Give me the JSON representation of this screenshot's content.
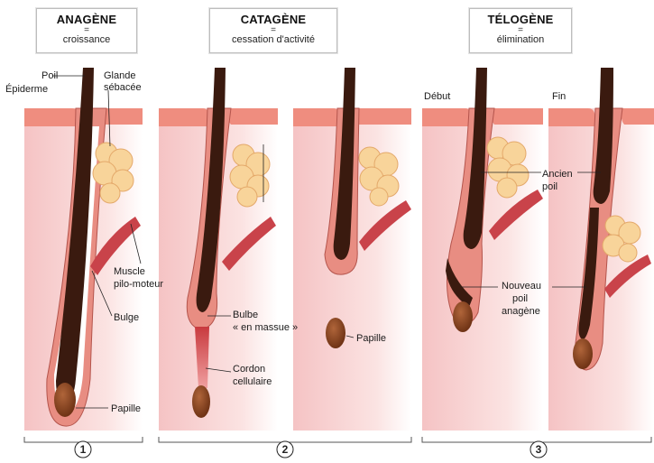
{
  "phases": [
    {
      "name": "ANAGÈNE",
      "eq": "=",
      "desc": "croissance"
    },
    {
      "name": "CATAGÈNE",
      "eq": "=",
      "desc": "cessation d'activité"
    },
    {
      "name": "TÉLOGÈNE",
      "eq": "=",
      "desc": "élimination"
    }
  ],
  "labels": {
    "poil": "Poil",
    "epiderme": "Épiderme",
    "glande_line1": "Glande",
    "glande_line2": "sébacée",
    "muscle_line1": "Muscle",
    "muscle_line2": "pilo-moteur",
    "bulge": "Bulge",
    "papille_1": "Papille",
    "bulbe_line1": "Bulbe",
    "bulbe_line2": "« en massue »",
    "papille_2": "Papille",
    "cordon_line1": "Cordon",
    "cordon_line2": "cellulaire",
    "debut": "Début",
    "fin": "Fin",
    "ancien_line1": "Ancien",
    "ancien_line2": "poil",
    "nouveau_line1": "Nouveau",
    "nouveau_line2": "poil",
    "nouveau_line3": "anagène"
  },
  "numbers": [
    "1",
    "2",
    "3"
  ],
  "colors": {
    "skin": "#f7d0cf",
    "epidermis": "#ef8d7f",
    "sheath": "#e88d82",
    "hair": "#3a1a0f",
    "papilla": "#8a4420",
    "gland": "#f8d49a",
    "muscle": "#c9434a"
  }
}
